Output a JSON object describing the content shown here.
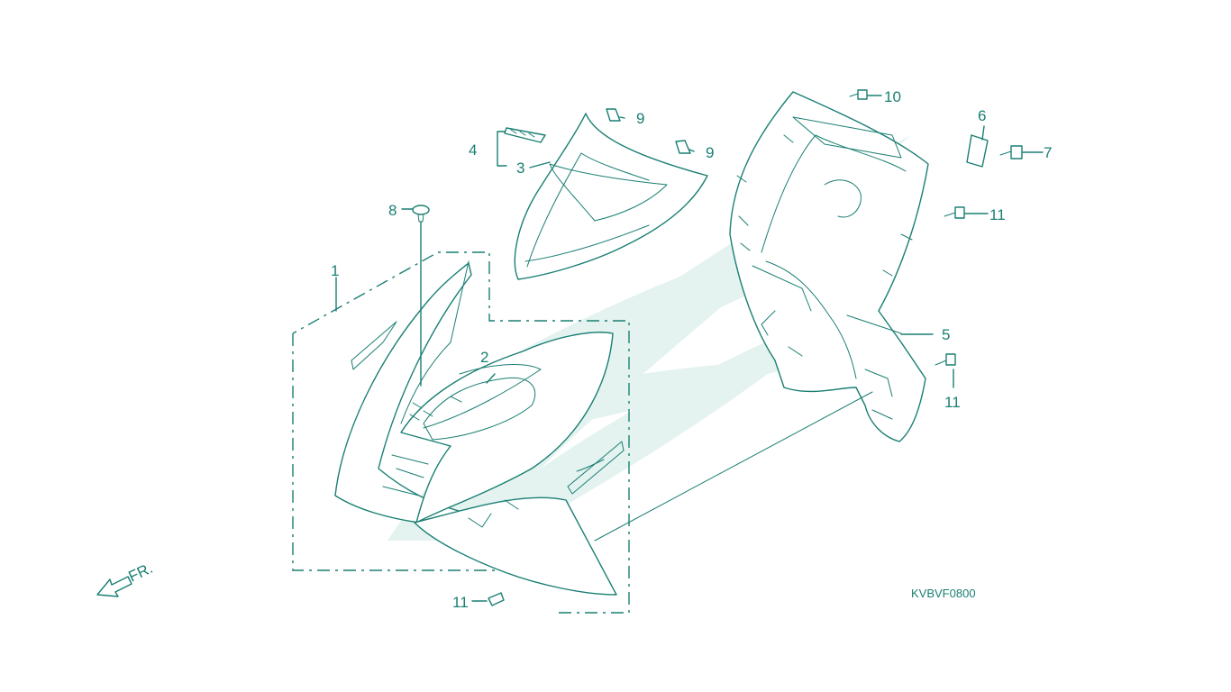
{
  "colors": {
    "line": "#1a7f73",
    "watermark": "#e4f3f0"
  },
  "callouts": {
    "c1": "1",
    "c2": "2",
    "c3": "3",
    "c4": "4",
    "c5": "5",
    "c6": "6",
    "c7": "7",
    "c8": "8",
    "c9a": "9",
    "c9b": "9",
    "c10": "10",
    "c11a": "11",
    "c11b": "11",
    "c11c": "11"
  },
  "front_arrow_label": "FR.",
  "diagram_code": "KVBVF0800",
  "icons": {
    "front_arrow": "arrow-left-down-icon"
  }
}
